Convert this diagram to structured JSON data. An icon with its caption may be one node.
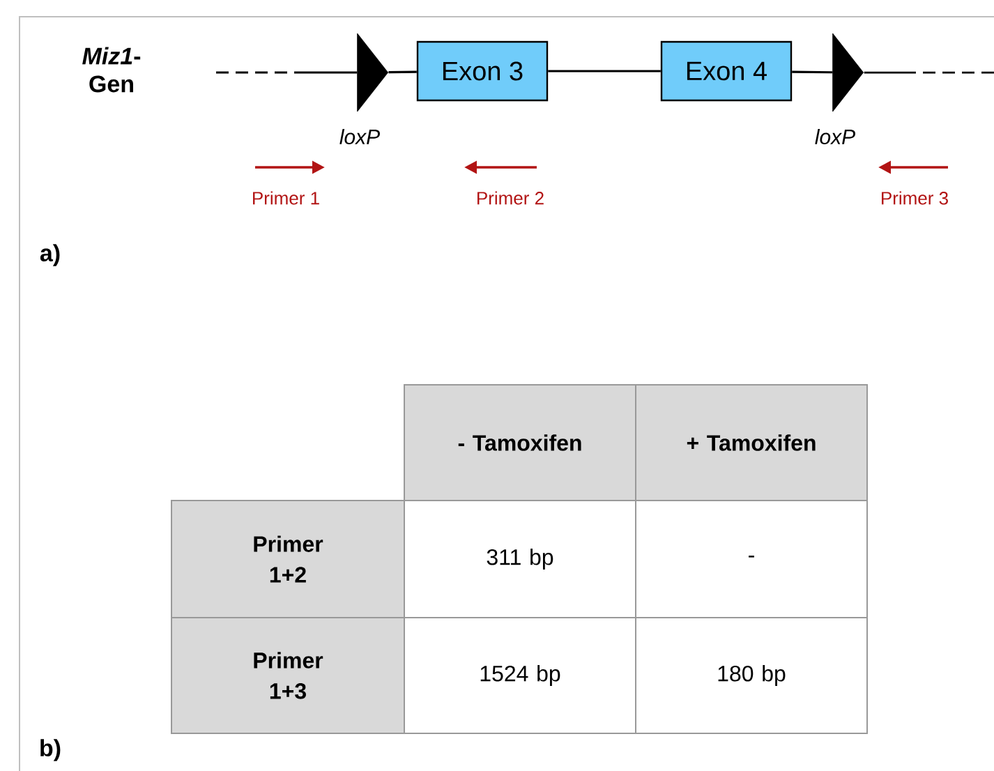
{
  "diagram": {
    "nodes": [
      {
        "text": [
          "loxP"
        ]
      },
      {
        "text": [
          "Exon 3"
        ]
      },
      {
        "text": [
          "Exon 4"
        ]
      },
      {
        "text": [
          "loxP"
        ]
      }
    ],
    "edges": [
      {
        "from": null,
        "to": 0,
        "arrow": "none",
        "style": "dashed"
      },
      {
        "from": 0,
        "to": 1,
        "arrow": "none"
      },
      {
        "from": 1,
        "to": 2,
        "arrow": "none"
      },
      {
        "from": 2,
        "to": 3,
        "arrow": "none"
      },
      {
        "from": 3,
        "to": null,
        "arrow": "none",
        "style": "dashed"
      }
    ],
    "labels": [
      "*Miz1*- Gen",
      "Primer 1",
      "Primer 2",
      "Primer 3",
      "a)",
      "- Tamoxifen",
      "+ Tamoxifen",
      "Primer 1+2",
      "311 bp",
      "-",
      "Primer 1+3",
      "1524 bp",
      "180 bp",
      "b)"
    ]
  }
}
